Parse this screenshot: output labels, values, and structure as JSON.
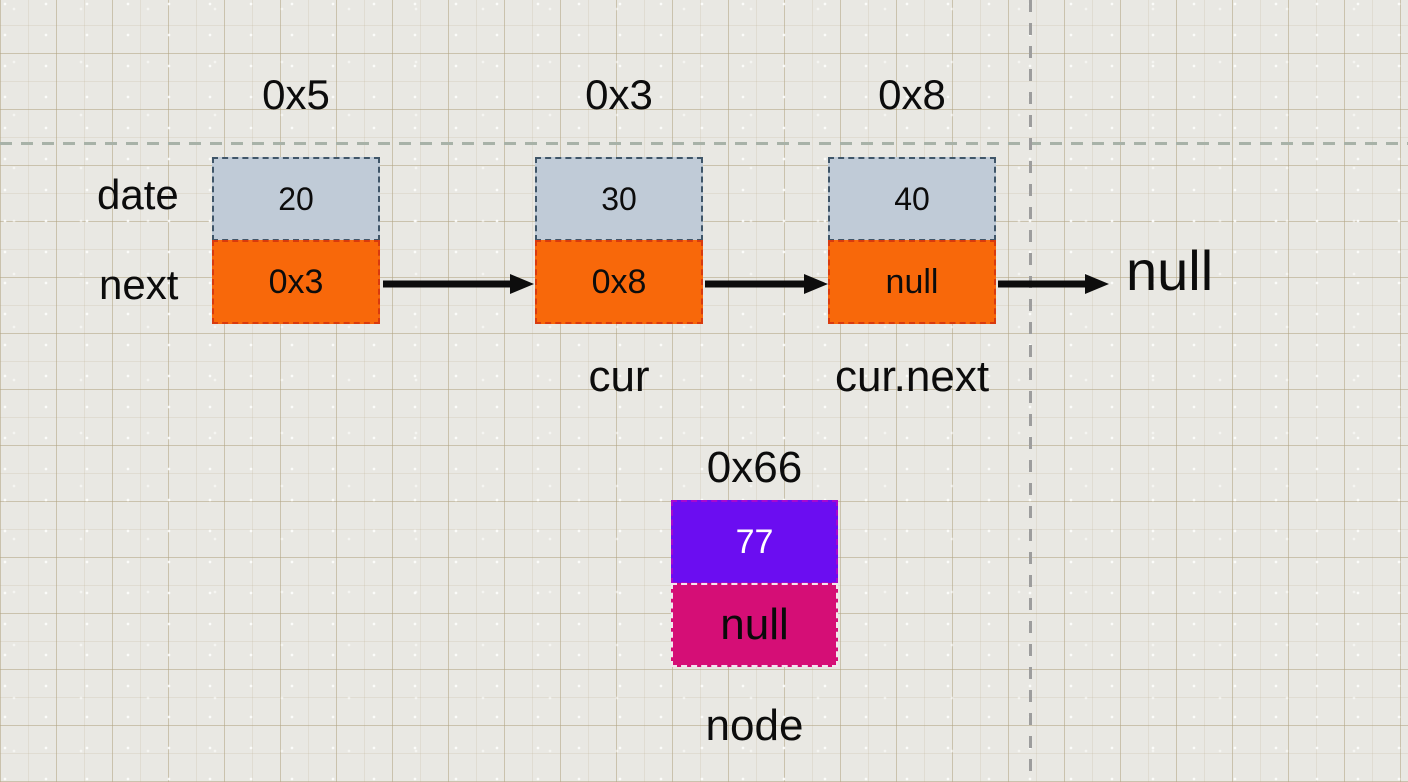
{
  "diagram": {
    "field_labels": {
      "data": "date",
      "next": "next"
    },
    "nodes": [
      {
        "address": "0x5",
        "data": "20",
        "next": "0x3",
        "label": ""
      },
      {
        "address": "0x3",
        "data": "30",
        "next": "0x8",
        "label": "cur"
      },
      {
        "address": "0x8",
        "data": "40",
        "next": "null",
        "label": "cur.next"
      }
    ],
    "tail_pointer_label": "null",
    "detached_node": {
      "address": "0x66",
      "data": "77",
      "next": "null",
      "label": "node"
    },
    "colors": {
      "canvas_bg": "#e9e8e3",
      "data_cell_fill": "#c0cbd7",
      "data_cell_border": "#405669",
      "next_cell_fill": "#f8680a",
      "next_cell_border": "#d93a0e",
      "detached_data_fill": "#6b0df1",
      "detached_next_fill": "#d50e76",
      "arrow": "#0d0d0d",
      "horizontal_guide": "#a8b2a8",
      "vertical_guide": "#9d9d9d"
    }
  }
}
